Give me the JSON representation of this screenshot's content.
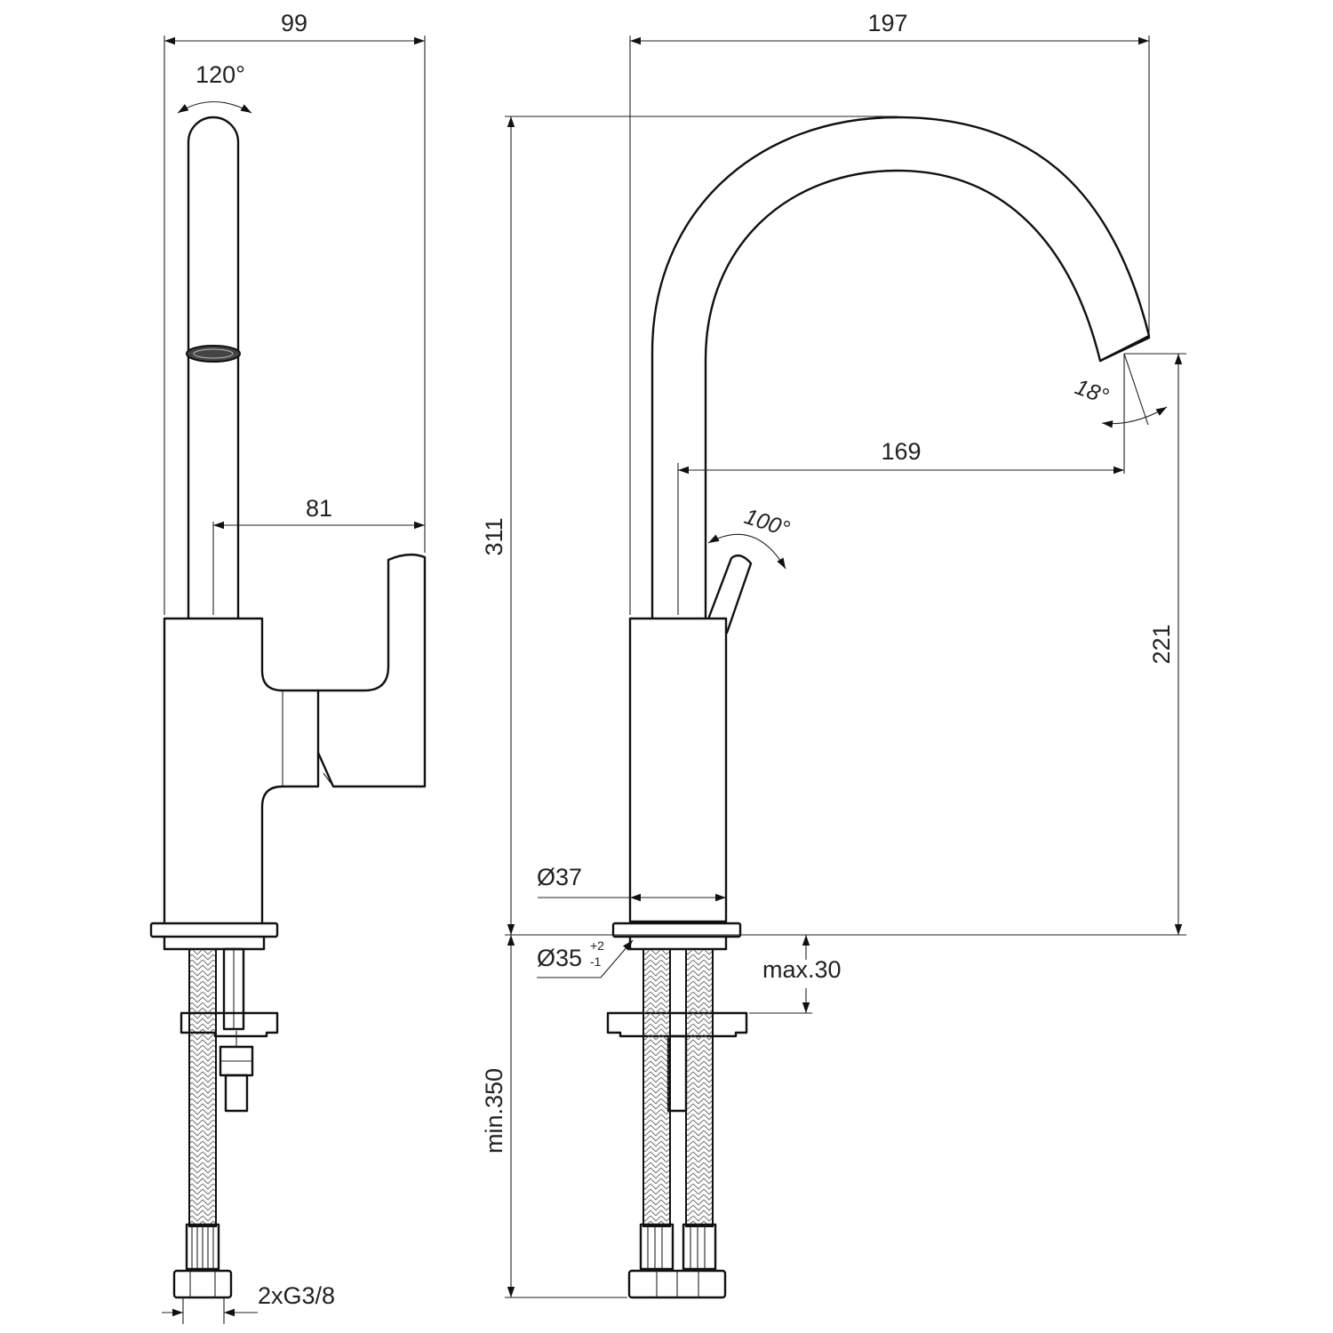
{
  "dimensions": {
    "overall_depth": "99",
    "swivel_angle": "120°",
    "lever_offset": "81",
    "overall_reach": "197",
    "height": "311",
    "spout_angle": "18°",
    "spout_reach": "169",
    "lever_angle": "100°",
    "spout_height": "221",
    "body_diameter": "Ø37",
    "base_diameter": "Ø35",
    "base_tol_plus": "+2",
    "base_tol_minus": "-1",
    "max_thickness": "max.30",
    "hose_length": "min.350",
    "connections": "2xG3/8"
  },
  "colors": {
    "line": "#111111",
    "text": "#222222",
    "background": "#ffffff"
  }
}
